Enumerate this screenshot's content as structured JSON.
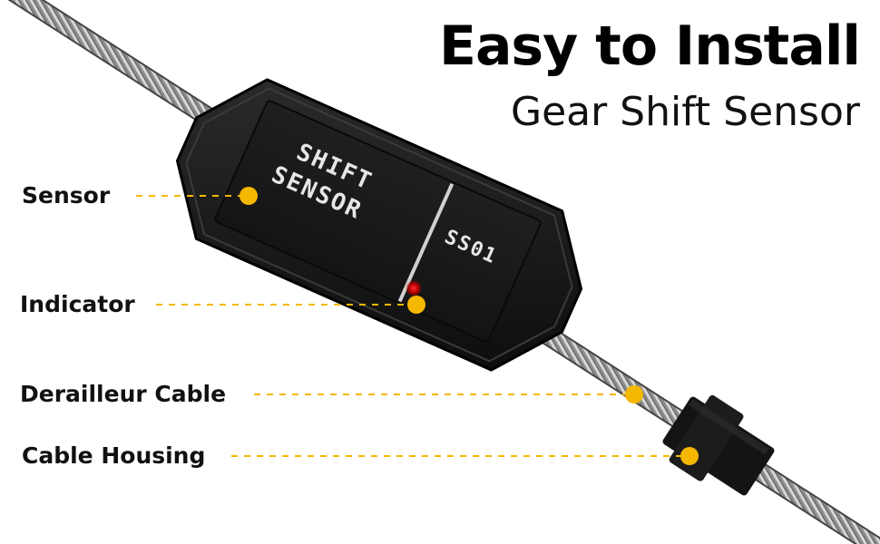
{
  "headline": {
    "title": "Easy to Install",
    "subtitle": "Gear Shift Sensor"
  },
  "device": {
    "label_line1": "SHIFT",
    "label_line2": "SENSOR",
    "model": "SS01"
  },
  "callouts": [
    {
      "label": "Sensor"
    },
    {
      "label": "Indicator"
    },
    {
      "label": "Derailleur Cable"
    },
    {
      "label": "Cable Housing"
    }
  ],
  "colors": {
    "accent": "#f5b800",
    "indicator_led": "#d40000",
    "device_body": "#1a1a1a"
  }
}
